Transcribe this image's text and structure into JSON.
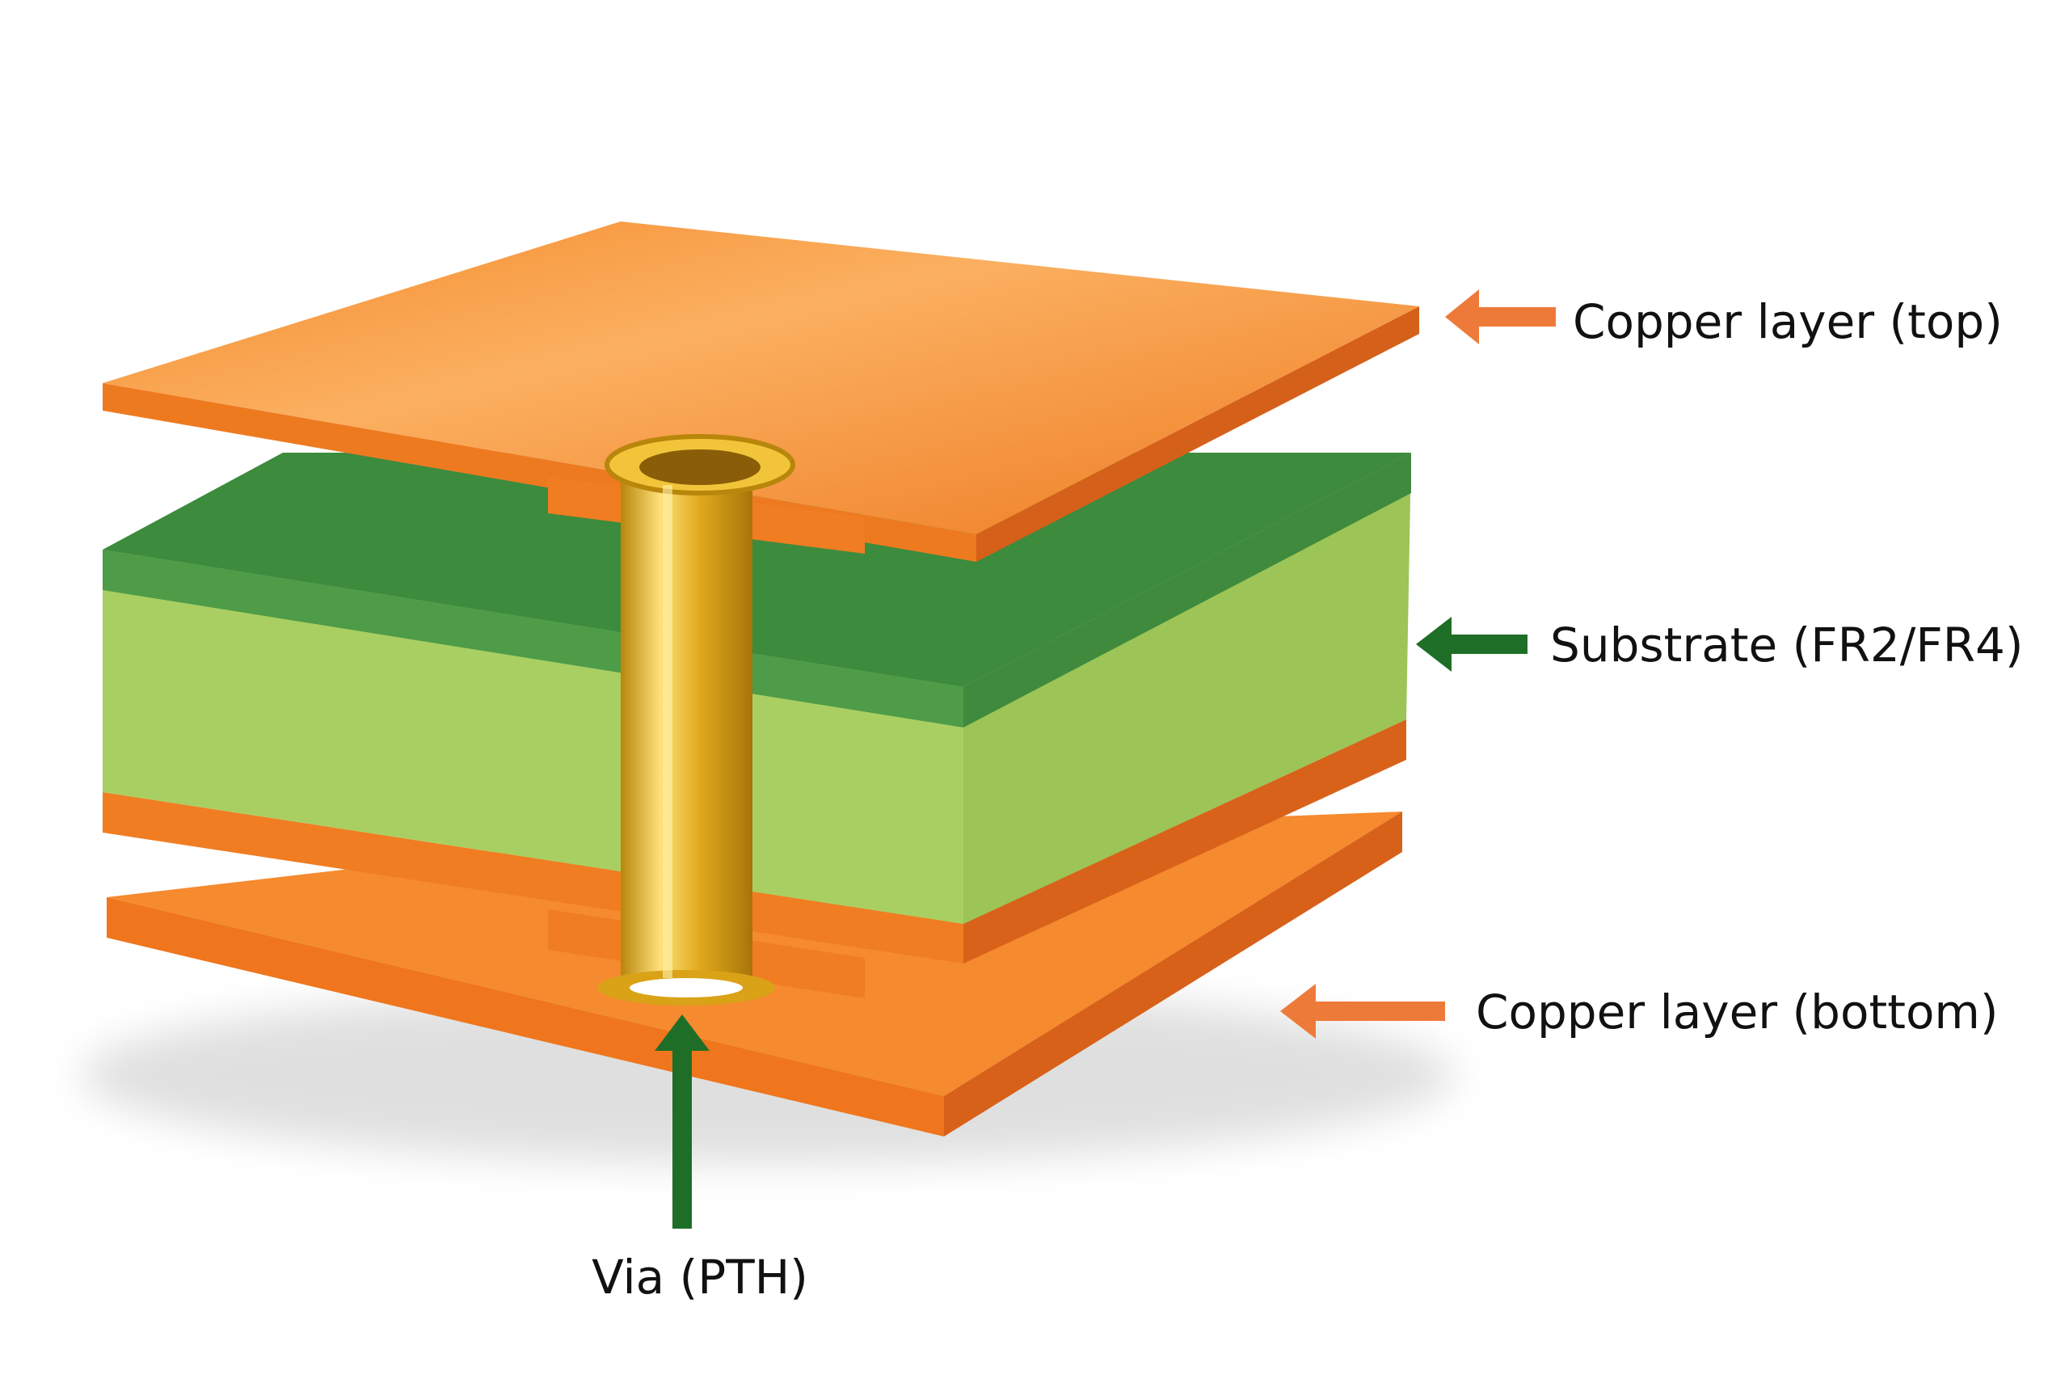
{
  "title": "PCB layer structure",
  "labels": {
    "copper_top": "Copper layer (top)",
    "substrate": "Substrate (FR2/FR4)",
    "copper_bottom": "Copper layer (bottom)",
    "via": "Via (PTH)"
  },
  "colors": {
    "copper": "#f07d22",
    "copper_light": "#f9a04a",
    "copper_dark": "#d5601a",
    "substrate_top": "#3d8b3d",
    "substrate_face": "#a6cc60",
    "via_gold": "#e5b21e",
    "arrow_orange": "#ee7a3a",
    "arrow_green": "#1f6e27"
  }
}
